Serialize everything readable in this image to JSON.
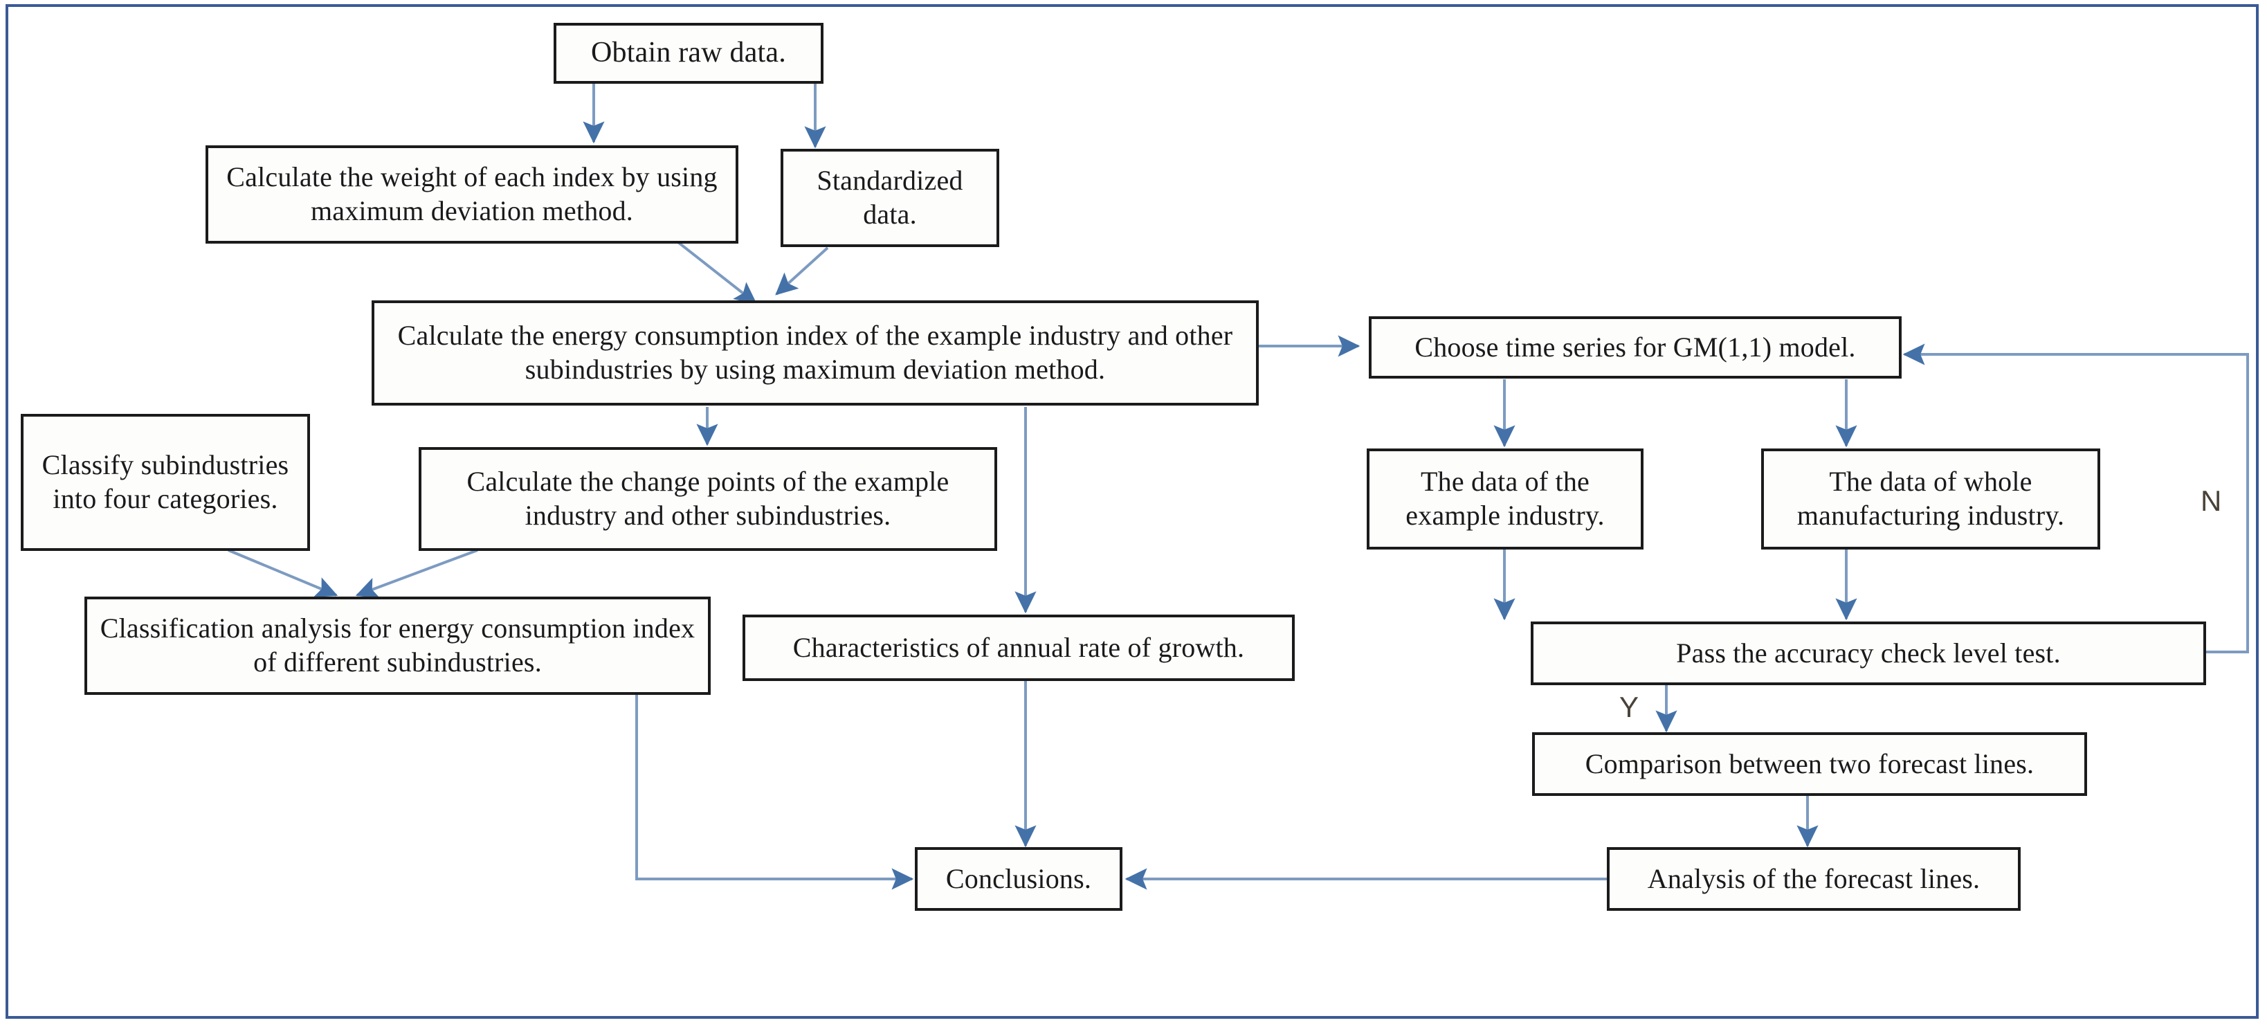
{
  "diagram": {
    "title": "Energy consumption index research flowchart",
    "frame_color": "#3a5a96",
    "node_border_color": "#1b1b1b",
    "arrow_color": "#4472a8",
    "nodes": [
      {
        "id": "obtain-raw-data",
        "label": "Obtain raw data."
      },
      {
        "id": "calculate-weight",
        "label": "Calculate the weight of each index by using maximum deviation method."
      },
      {
        "id": "standardized-data",
        "label": "Standardized data."
      },
      {
        "id": "calculate-energy-index",
        "label": "Calculate the energy consumption index of the example industry and other  subindustries by using maximum deviation method."
      },
      {
        "id": "choose-time-series",
        "label": "Choose time series for GM(1,1) model."
      },
      {
        "id": "classify-subindustries",
        "label": "Classify subindustries into four categories."
      },
      {
        "id": "calculate-change-points",
        "label": "Calculate the change points of the example industry and other subindustries."
      },
      {
        "id": "data-example-industry",
        "label": "The data of the example industry."
      },
      {
        "id": "data-whole-manufacturing",
        "label": "The data of whole manufacturing industry."
      },
      {
        "id": "classification-analysis",
        "label": "Classification analysis for energy consumption index of different subindustries."
      },
      {
        "id": "characteristics-growth",
        "label": "Characteristics of  annual rate of growth."
      },
      {
        "id": "accuracy-check",
        "label": "Pass the accuracy check level test."
      },
      {
        "id": "comparison-forecast",
        "label": "Comparison between two forecast lines."
      },
      {
        "id": "conclusions",
        "label": "Conclusions."
      },
      {
        "id": "analysis-forecast",
        "label": "Analysis of the forecast lines."
      }
    ],
    "edge_labels": [
      {
        "id": "branch-yes",
        "label": "Y"
      },
      {
        "id": "branch-no",
        "label": "N"
      }
    ]
  }
}
